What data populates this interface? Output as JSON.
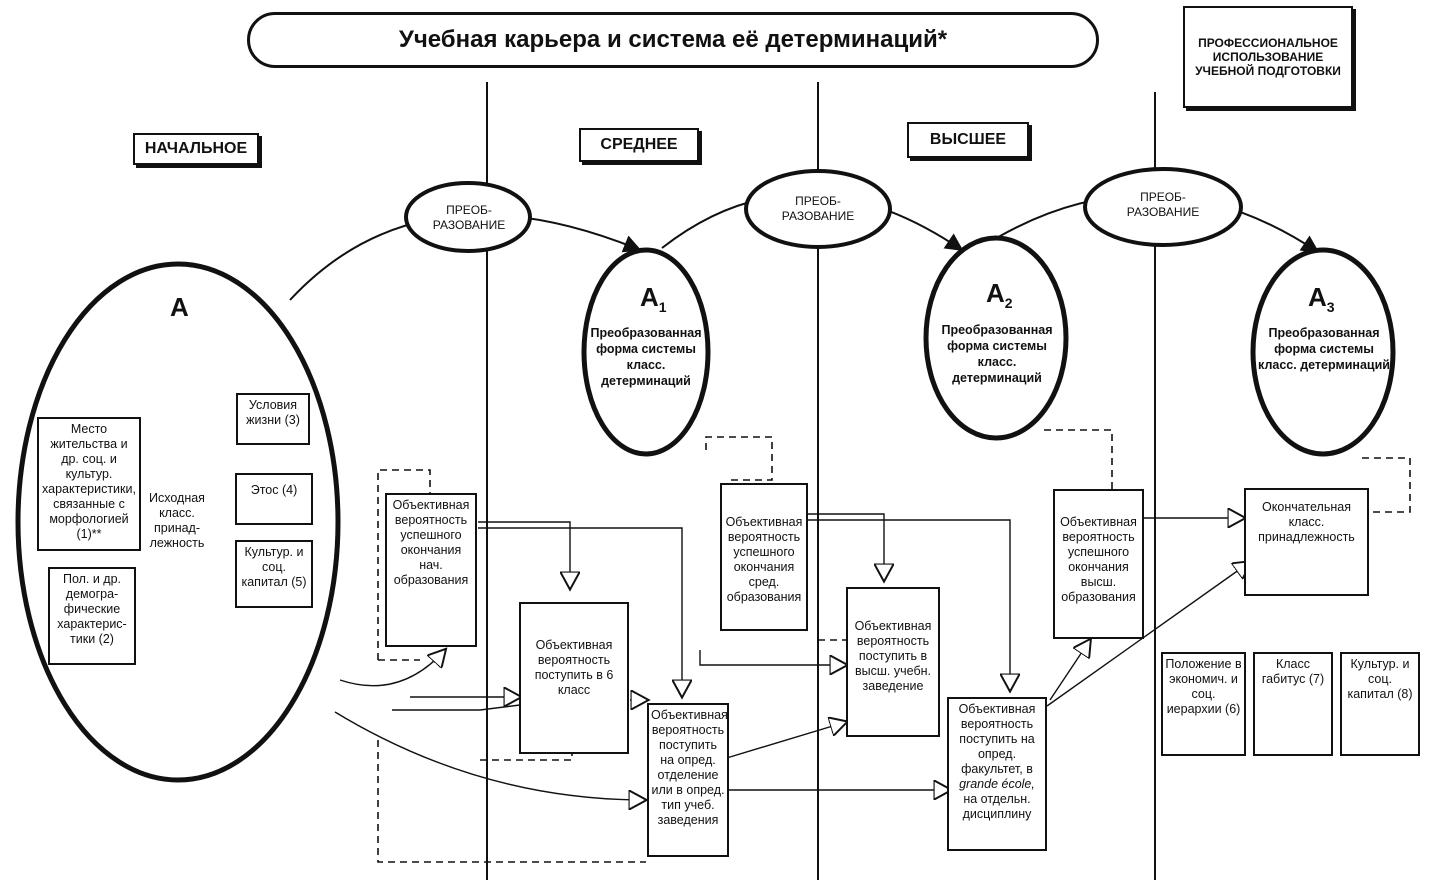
{
  "title": "Учебная карьера и система её детерминаций*",
  "levels": {
    "primary": "НАЧАЛЬНОЕ",
    "secondary": "СРЕДНЕЕ",
    "higher": "ВЫСШЕЕ",
    "professional": "ПРОФЕССИОНАЛЬНОЕ ИСПОЛЬЗОВАНИЕ УЧЕБНОЙ ПОДГОТОВКИ"
  },
  "ellipse_a": {
    "letter": "A",
    "origin_label": "Исходная класс. принад-лежность",
    "boxes": [
      "Место жительства и др. соц. и культур. характеристики, связанные с морфологией (1)**",
      "Пол. и др. демогра-фические характерис-тики (2)",
      "Условия жизни (3)",
      "Этос (4)",
      "Культур. и соц. капитал (5)"
    ]
  },
  "transformations": [
    "ПРЕОБ-РАЗОВАНИЕ",
    "ПРЕОБ-РАЗОВАНИЕ",
    "ПРЕОБ-РАЗОВАНИЕ"
  ],
  "stages": [
    {
      "letter": "A",
      "sub": "1",
      "text": "Преобразованная форма системы класс. детерминаций"
    },
    {
      "letter": "A",
      "sub": "2",
      "text": "Преобразованная форма системы класс. детерминаций"
    },
    {
      "letter": "A",
      "sub": "3",
      "text": "Преобразованная форма системы класс. детерминаций"
    }
  ],
  "boxes": {
    "b_primary": "Объективная вероятность успешного окончания нач. образования",
    "b_6class": "Объективная вероятность поступить в 6 класс",
    "b_dept": "Объективная вероятность поступить на опред. отделение или в опред. тип учеб. заведения",
    "b_secondary": "Объективная вероятность успешного окончания сред. образования",
    "b_higher_entry": "Объективная вероятность поступить в высш. учебн. заведение",
    "b_faculty_pre": "Объективная вероятность поступить на опред. факультет, в",
    "b_faculty_em": "grande école,",
    "b_faculty_post": "на отдельн. дисциплину",
    "b_higher_finish": "Объективная вероятность успешного окончания высш. образования",
    "b_final": "Окончательная класс. принадлежность",
    "b6": "Положение в экономич. и соц. иерархии (6)",
    "b7": "Класс габитус (7)",
    "b8": "Культур. и соц. капитал (8)"
  }
}
